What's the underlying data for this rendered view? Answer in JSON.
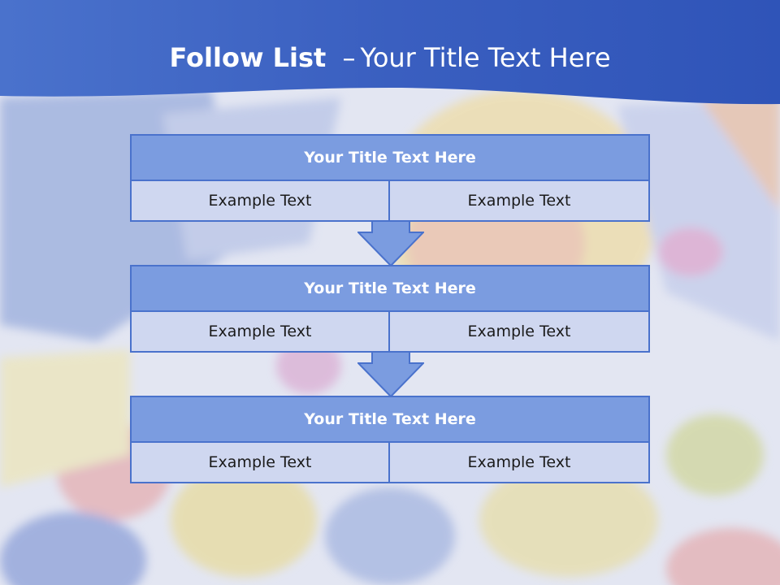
{
  "slide": {
    "title_bold": "Follow List",
    "title_dash": "–",
    "title_rest": "Your Title Text Here"
  },
  "blocks": [
    {
      "title": "Your Title Text Here",
      "left": "Example Text",
      "right": "Example Text"
    },
    {
      "title": "Your Title Text Here",
      "left": "Example Text",
      "right": "Example Text"
    },
    {
      "title": "Your Title Text Here",
      "left": "Example Text",
      "right": "Example Text"
    }
  ],
  "colors": {
    "header_blue": "#3a5fc0",
    "title_fill": "#7b9ce0",
    "cell_fill": "#cfd7f0",
    "border": "#4a72cc"
  }
}
